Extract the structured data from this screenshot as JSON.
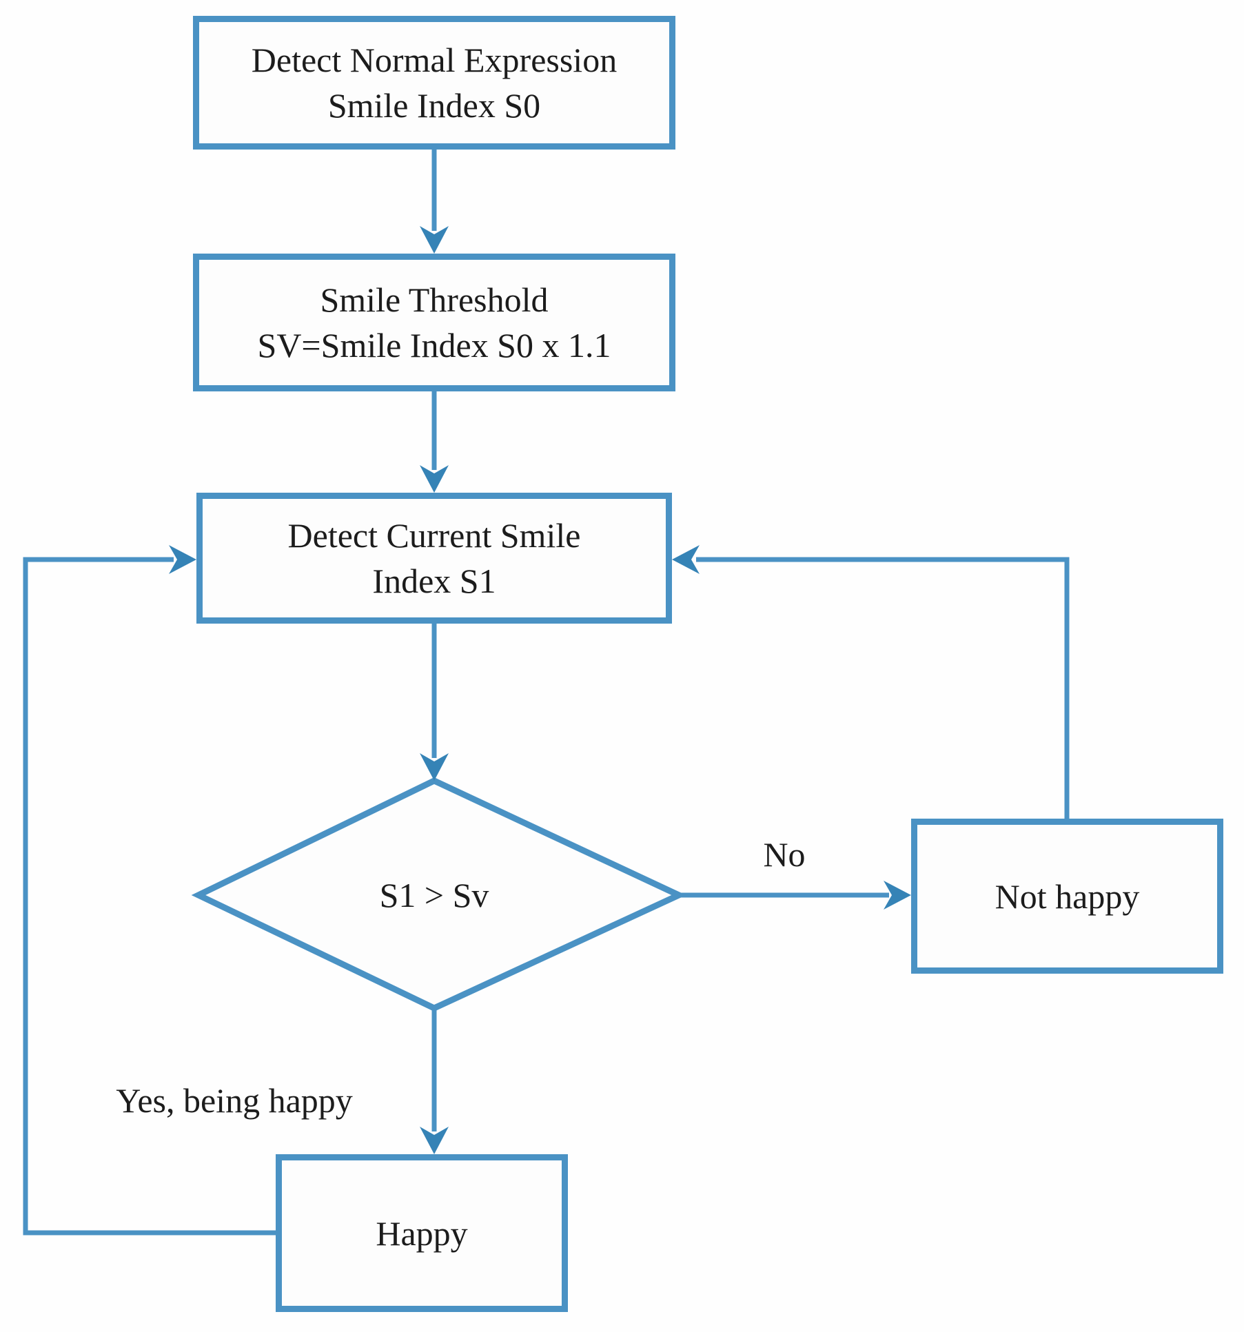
{
  "colors": {
    "accent": "#4a92c4",
    "arrowhead": "#3583b6",
    "text": "#1c1c1c",
    "background": "#fefefe",
    "node_fill": "#fdfdfd"
  },
  "nodes": {
    "detect_normal": {
      "line1": "Detect Normal Expression",
      "line2": "Smile Index S0"
    },
    "smile_threshold": {
      "line1": "Smile Threshold",
      "line2": "SV=Smile Index S0 x 1.1"
    },
    "detect_current": {
      "line1": "Detect Current Smile",
      "line2": "Index S1"
    },
    "decision": {
      "label": "S1 > Sv"
    },
    "not_happy": {
      "label": "Not happy"
    },
    "happy": {
      "label": "Happy"
    }
  },
  "edge_labels": {
    "no": "No",
    "yes": "Yes, being happy"
  },
  "edges": [
    {
      "from": "detect_normal",
      "to": "smile_threshold",
      "label": ""
    },
    {
      "from": "smile_threshold",
      "to": "detect_current",
      "label": ""
    },
    {
      "from": "detect_current",
      "to": "decision",
      "label": ""
    },
    {
      "from": "decision",
      "to": "not_happy",
      "label": "No"
    },
    {
      "from": "decision",
      "to": "happy",
      "label": "Yes, being happy"
    },
    {
      "from": "not_happy",
      "to": "detect_current",
      "label": ""
    },
    {
      "from": "happy",
      "to": "detect_current",
      "label": ""
    }
  ]
}
